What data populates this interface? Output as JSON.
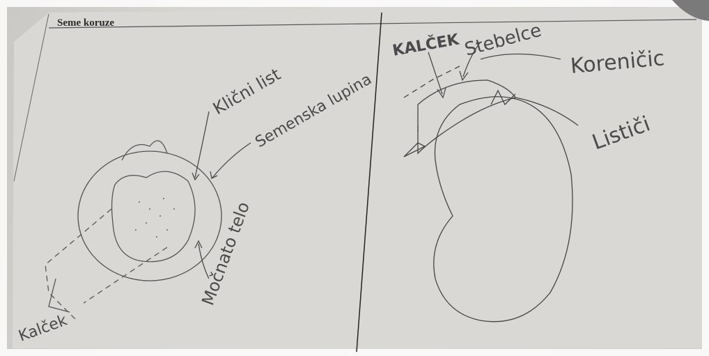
{
  "header": {
    "title": "Seme koruze"
  },
  "labels": {
    "klicni_list": "Klični list",
    "semenska_lupina": "Semenska lupina",
    "mocnato_telo": "Močnato telo",
    "kalcek_left": "Kalček",
    "kalcek_right": "KALČEK",
    "stebelce": "Stebelce",
    "korenicic": "Koreničic",
    "listici": "Lističi"
  },
  "colors": {
    "paper": "#d8d7d3",
    "pencil": "#4a4a4c",
    "ink": "#2a2a2a"
  }
}
